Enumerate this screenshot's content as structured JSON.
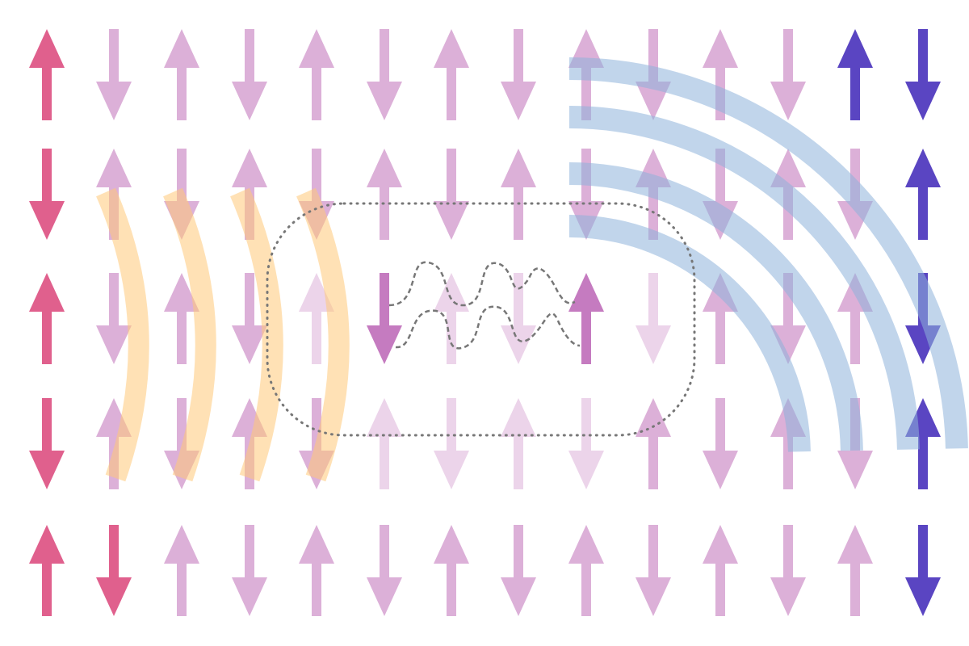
{
  "diagram": {
    "grid": {
      "rows": [
        [
          "up",
          "down",
          "up",
          "down",
          "up",
          "down",
          "up",
          "down",
          "up",
          "down",
          "up",
          "down",
          "up",
          "down"
        ],
        [
          "down",
          "up",
          "down",
          "up",
          "down",
          "up",
          "down",
          "up",
          "down",
          "up",
          "down",
          "up",
          "down",
          "up"
        ],
        [
          "up",
          "down",
          "up",
          "down",
          "up",
          "down",
          "up",
          "down",
          "up",
          "down",
          "up",
          "down",
          "up",
          "down"
        ],
        [
          "down",
          "up",
          "down",
          "up",
          "down",
          "up",
          "down",
          "up",
          "down",
          "up",
          "down",
          "up",
          "down",
          "up"
        ],
        [
          "up",
          "down",
          "up",
          "down",
          "up",
          "down",
          "up",
          "down",
          "up",
          "down",
          "up",
          "down",
          "up",
          "down"
        ]
      ],
      "styles": [
        [
          "edge-left",
          "base",
          "base",
          "base",
          "base",
          "base",
          "base",
          "base",
          "base",
          "base",
          "base",
          "base",
          "edge-right",
          "edge-right"
        ],
        [
          "edge-left",
          "base",
          "base",
          "base",
          "base",
          "base",
          "base",
          "base",
          "base",
          "base",
          "base",
          "base",
          "base",
          "edge-right"
        ],
        [
          "edge-left",
          "base",
          "base",
          "base",
          "faded",
          "dark",
          "faded",
          "faded",
          "dark",
          "faded",
          "base",
          "base",
          "base",
          "edge-right"
        ],
        [
          "edge-left",
          "base",
          "base",
          "base",
          "base",
          "faded",
          "faded",
          "faded",
          "faded",
          "base",
          "base",
          "base",
          "base",
          "edge-right"
        ],
        [
          "edge-left",
          "edge-left",
          "base",
          "base",
          "base",
          "base",
          "base",
          "base",
          "base",
          "base",
          "base",
          "base",
          "base",
          "edge-right"
        ]
      ]
    },
    "colors": {
      "base": "#dcb0d8",
      "faded": "#ecd4ea",
      "dark": "#c57bc0",
      "edge-left": "#e0608d",
      "edge-right": "#5a45c2",
      "orange-waves": "#ffc978",
      "blue-waves": "#8eb3da",
      "boundary": "#777777",
      "wavy-line": "#777777"
    }
  }
}
